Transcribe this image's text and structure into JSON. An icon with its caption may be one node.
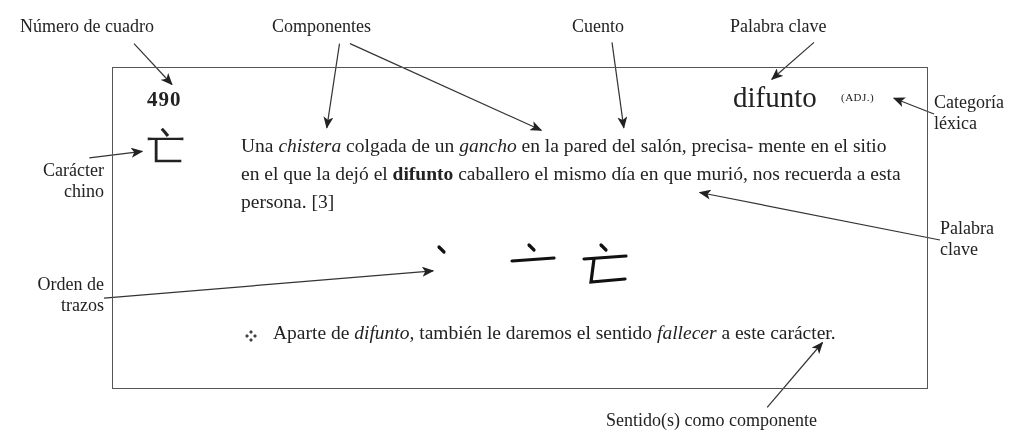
{
  "diagram": {
    "nodes": [
      {
        "text": [
          "Número de cuadro"
        ]
      },
      {
        "text": [
          "Componentes"
        ]
      },
      {
        "text": [
          "Cuento"
        ]
      },
      {
        "text": [
          "Palabra clave"
        ]
      },
      {
        "text": [],
        "shape": "box"
      },
      {
        "text": [
          "490"
        ],
        "in": 4
      },
      {
        "text": [
          "difunto"
        ],
        "in": 4
      },
      {
        "text": [
          "(ADJ.)"
        ],
        "in": 4
      },
      {
        "text": [
          "Categoría léxica"
        ]
      },
      {
        "text": [
          "亡"
        ],
        "in": 4
      },
      {
        "text": [
          "Una *chistera* colgada de un *gancho* en la pared del salón, precisa- mente en el sitio en el que la dejó el **difunto** caballero el mismo día en que murió, nos recuerda a esta persona. [3]"
        ],
        "in": 4
      },
      {
        "text": [
          "Carácter chino"
        ]
      },
      {
        "text": [
          "Palabra clave"
        ]
      },
      {
        "text": [],
        "shape": "picture",
        "in": 4
      },
      {
        "text": [
          "Orden de trazos"
        ]
      },
      {
        "text": [
          "Aparte de *difunto*, también le daremos el sentido *fallecer* a este carácter."
        ],
        "in": 4
      },
      {
        "text": [
          "Sentido(s) como componente"
        ]
      }
    ],
    "edges": [
      {
        "from": 0,
        "to": 5,
        "arrow": "to"
      },
      {
        "from": 1,
        "to": 10,
        "arrow": "to"
      },
      {
        "from": 1,
        "to": 10,
        "arrow": "to"
      },
      {
        "from": 2,
        "to": 10,
        "arrow": "to"
      },
      {
        "from": 3,
        "to": 6,
        "arrow": "to"
      },
      {
        "from": 8,
        "to": 7,
        "arrow": "to"
      },
      {
        "from": 11,
        "to": 9,
        "arrow": "to"
      },
      {
        "from": 12,
        "to": 10,
        "arrow": "to"
      },
      {
        "from": 14,
        "to": 13,
        "arrow": "to"
      },
      {
        "from": 16,
        "to": 15,
        "arrow": "to"
      }
    ]
  }
}
